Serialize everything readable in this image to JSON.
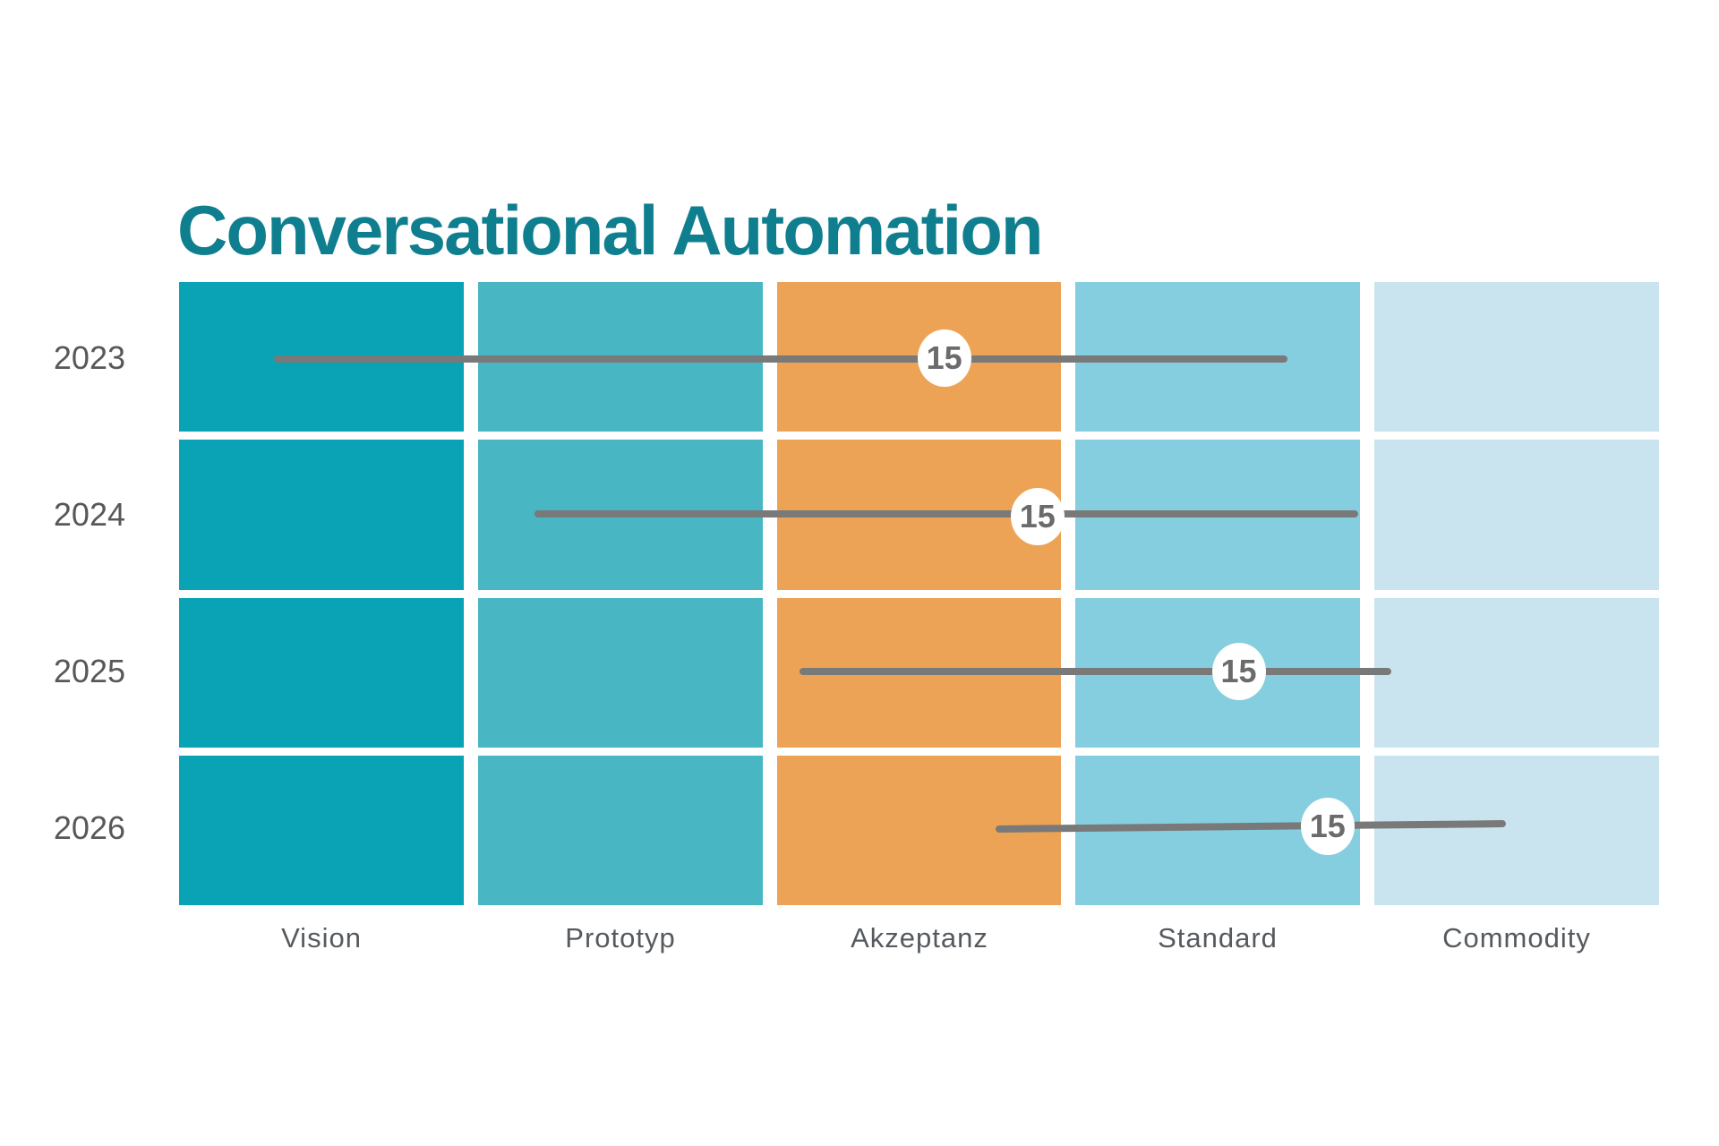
{
  "chart_data": {
    "type": "heatmap",
    "title": "Conversational Automation",
    "rows": [
      "2023",
      "2024",
      "2025",
      "2026"
    ],
    "columns": [
      "Vision",
      "Prototyp",
      "Akzeptanz",
      "Standard",
      "Commodity"
    ],
    "column_colors": [
      "#0aa2b5",
      "#49b6c4",
      "#eda355",
      "#85cedf",
      "#c9e4ef"
    ],
    "highlighted_column": "Akzeptanz",
    "legend_position": "none",
    "axis": {
      "x_range_pct": [
        0,
        100
      ],
      "grid": "5 columns x 4 rows, white gaps"
    },
    "ranges": [
      {
        "row": "2023",
        "label": "15",
        "start_pct": 6.4,
        "end_pct": 74.9,
        "badge_pct": 51.7
      },
      {
        "row": "2024",
        "label": "15",
        "start_pct": 24.0,
        "end_pct": 79.7,
        "badge_pct": 58.0
      },
      {
        "row": "2025",
        "label": "15",
        "start_pct": 41.9,
        "end_pct": 81.9,
        "badge_pct": 71.6
      },
      {
        "row": "2026",
        "label": "15",
        "start_pct": 55.2,
        "end_pct": 89.7,
        "badge_pct": 77.6
      }
    ],
    "colors": {
      "title": "#0f7e8e",
      "line": "#797979",
      "badge_bg": "#ffffff",
      "badge_text": "#6b6b6b",
      "row_label": "#58585a",
      "col_label": "#555a5f"
    }
  }
}
